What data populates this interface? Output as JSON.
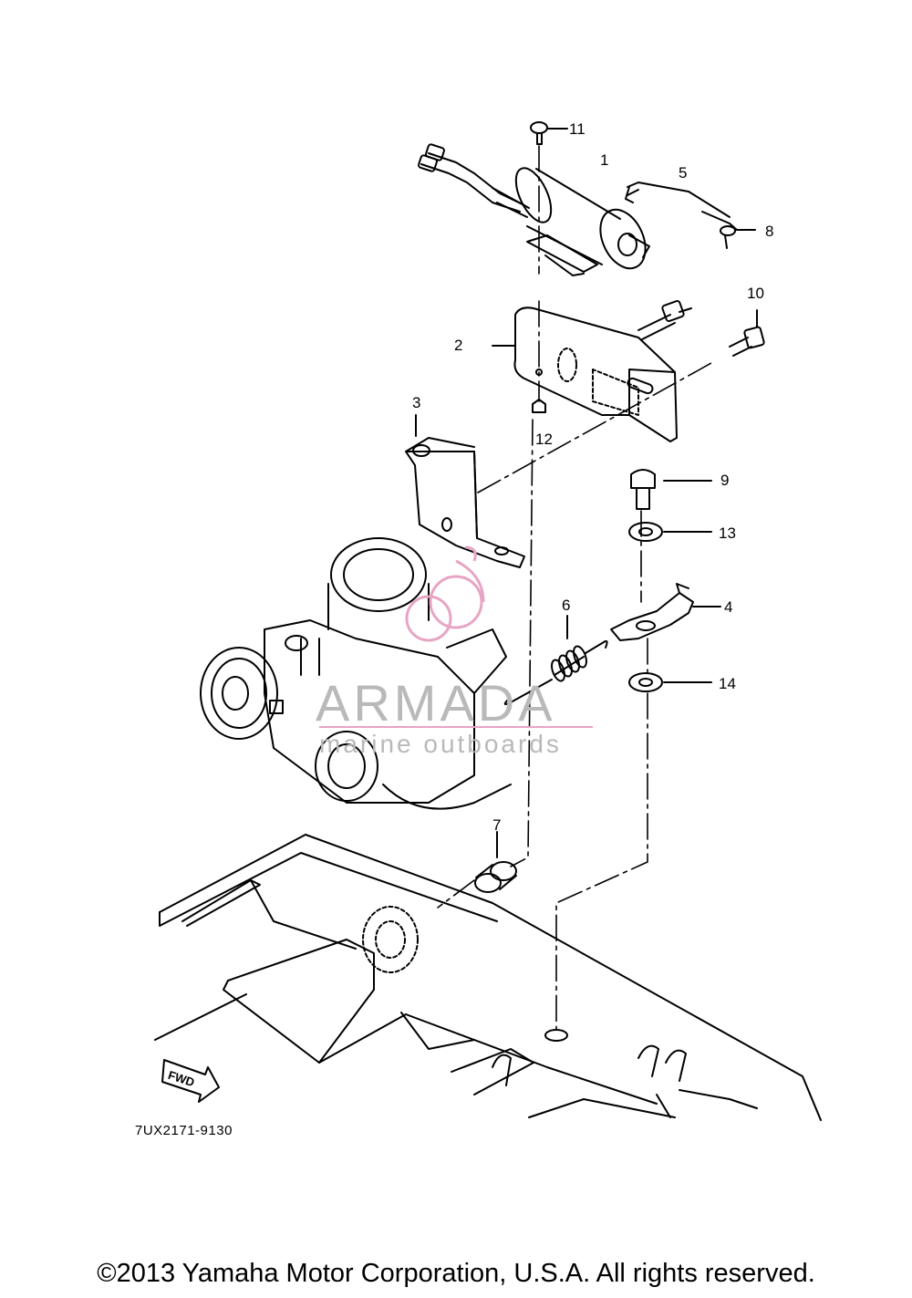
{
  "labels": {
    "p1": "1",
    "p2": "2",
    "p3": "3",
    "p4": "4",
    "p5": "5",
    "p6": "6",
    "p7": "7",
    "p8": "8",
    "p9": "9",
    "p10": "10",
    "p11": "11",
    "p12": "12",
    "p13": "13",
    "p14": "14"
  },
  "fwd": "FWD",
  "diagram_code": "7UX2171-9130",
  "watermark": {
    "title": "ARMADA",
    "subtitle": "marine outboards",
    "accent": "#e7a5c4"
  },
  "copyright": "©2013 Yamaha Motor Corporation, U.S.A. All rights reserved."
}
